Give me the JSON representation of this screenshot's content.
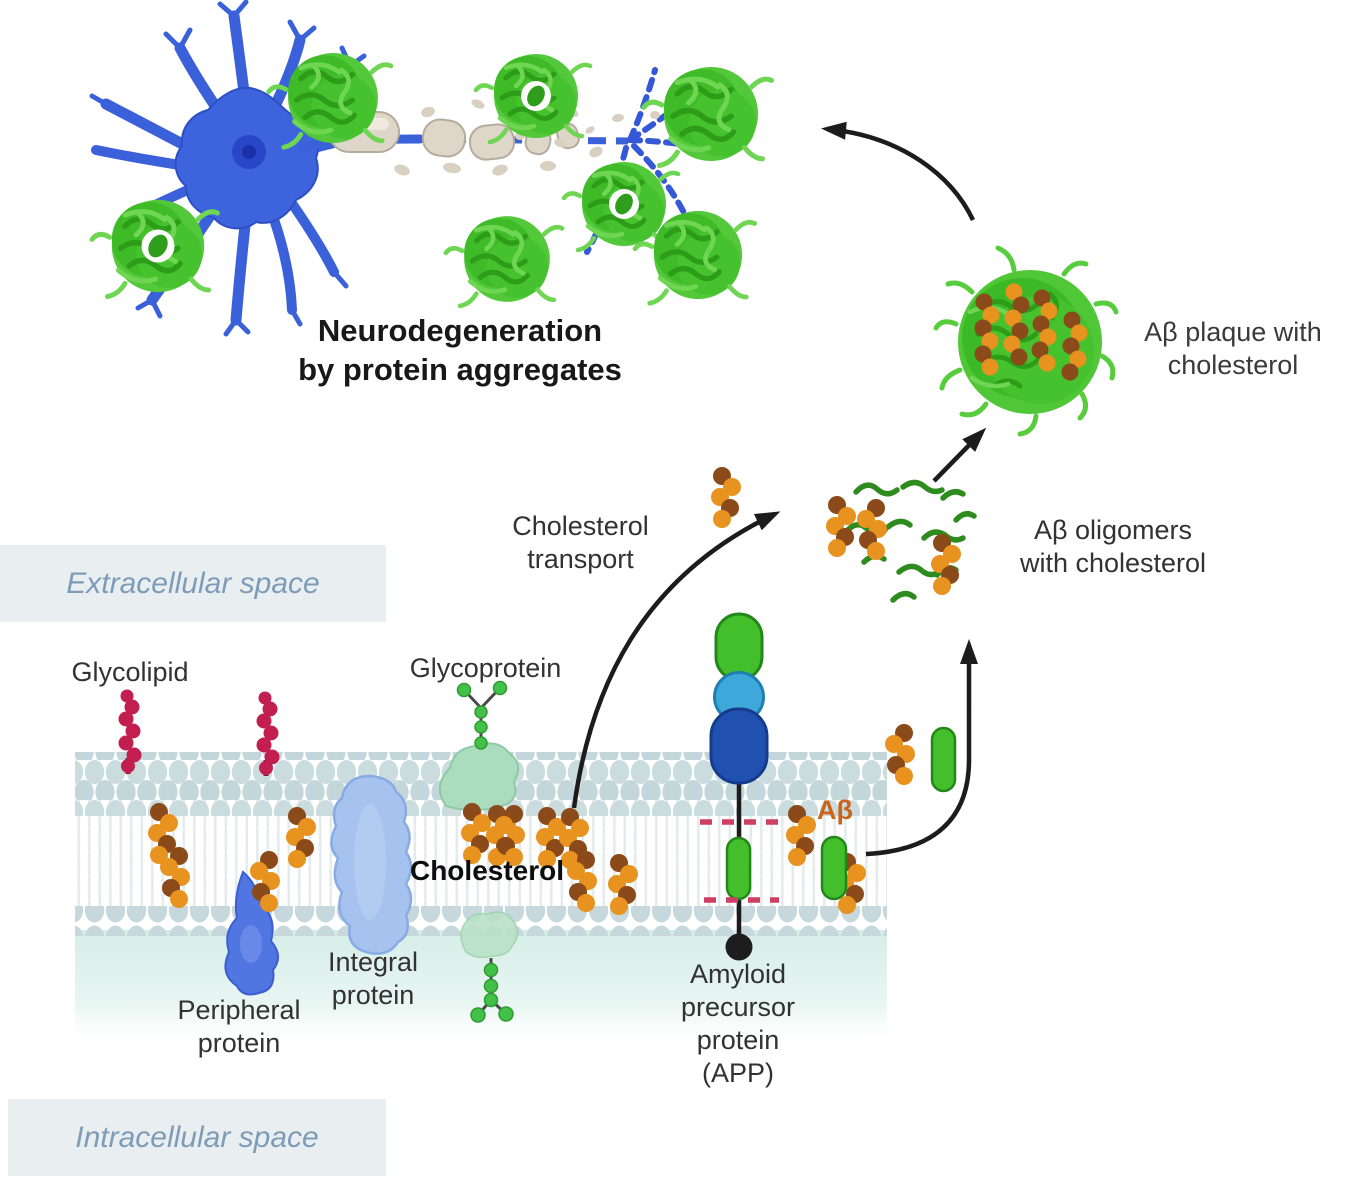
{
  "labels": {
    "title": "Neurodegeneration\nby protein aggregates",
    "plaque": "Aβ plaque with\ncholesterol",
    "transport": "Cholesterol\ntransport",
    "oligomers": "Aβ oligomers\nwith cholesterol",
    "extracellular": "Extracellular space",
    "intracellular": "Intracellular space",
    "glycolipid": "Glycolipid",
    "glycoprotein": "Glycoprotein",
    "cholesterol": "Cholesterol",
    "abeta": "Aβ",
    "integral": "Integral\nprotein",
    "peripheral": "Peripheral\nprotein",
    "app": "Amyloid\nprecursor\nprotein\n(APP)"
  },
  "palette": {
    "neuron_blue": "#3e64dd",
    "nucleus_blue": "#2847c8",
    "plaque_green": "#46c22e",
    "plaque_dark_green": "#2d9c19",
    "oligomer_green": "#2e8b1e",
    "myelin_tan": "#ded7c9",
    "membrane_head": "#cbdcdf",
    "lipid_tail": "#e3ebec",
    "intracellular_teal": "#d7eee9",
    "space_label_text": "#7e9cb8",
    "space_label_bg": "#e9eef0",
    "glycolipid_crimson": "#c21f50",
    "glycoprotein_green": "#abdcbe",
    "glyco_bead_green": "#43c047",
    "integral_blue": "#a6c2ee",
    "peripheral_blue": "#5076e2",
    "cholesterol_orange": "#e8921f",
    "cholesterol_brown": "#8a4a1a",
    "app_green": "#43bf2b",
    "app_light_blue": "#3ea8db",
    "app_dark_blue": "#2050b0",
    "cleavage_pink": "#cf3f63",
    "abeta_label_orange": "#c9641c",
    "arrow_black": "#1c1c1c"
  }
}
